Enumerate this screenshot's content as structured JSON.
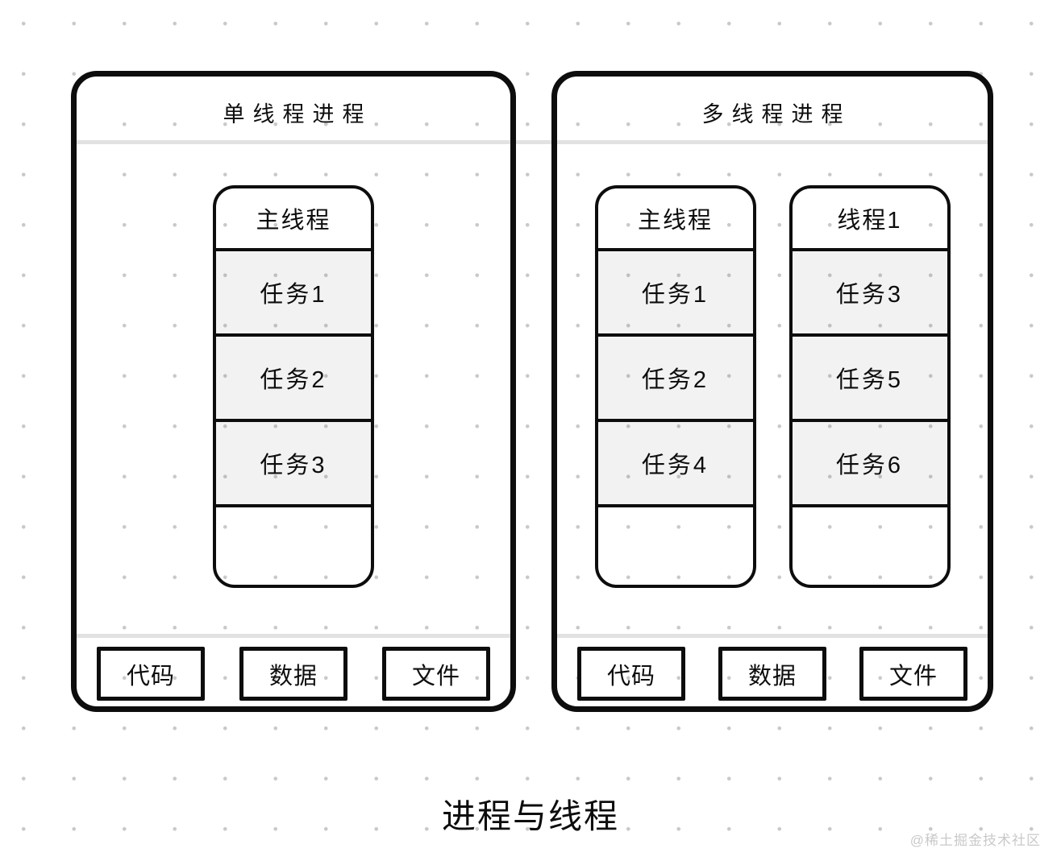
{
  "panels": [
    {
      "title": "单线程进程",
      "columns": [
        {
          "header": "主线程",
          "tasks": [
            "任务1",
            "任务2",
            "任务3"
          ]
        }
      ],
      "footer": [
        "代码",
        "数据",
        "文件"
      ]
    },
    {
      "title": "多线程进程",
      "columns": [
        {
          "header": "主线程",
          "tasks": [
            "任务1",
            "任务2",
            "任务4"
          ]
        },
        {
          "header": "线程1",
          "tasks": [
            "任务3",
            "任务5",
            "任务6"
          ]
        }
      ],
      "footer": [
        "代码",
        "数据",
        "文件"
      ]
    }
  ],
  "caption": "进程与线程",
  "watermark": "@稀土掘金技术社区",
  "colors": {
    "ink": "#0d0d0d",
    "divider": "#e2e2e2",
    "cell_fill": "#f2f2f2",
    "dot": "#c9c9c9",
    "watermark": "#c9c9c9"
  }
}
